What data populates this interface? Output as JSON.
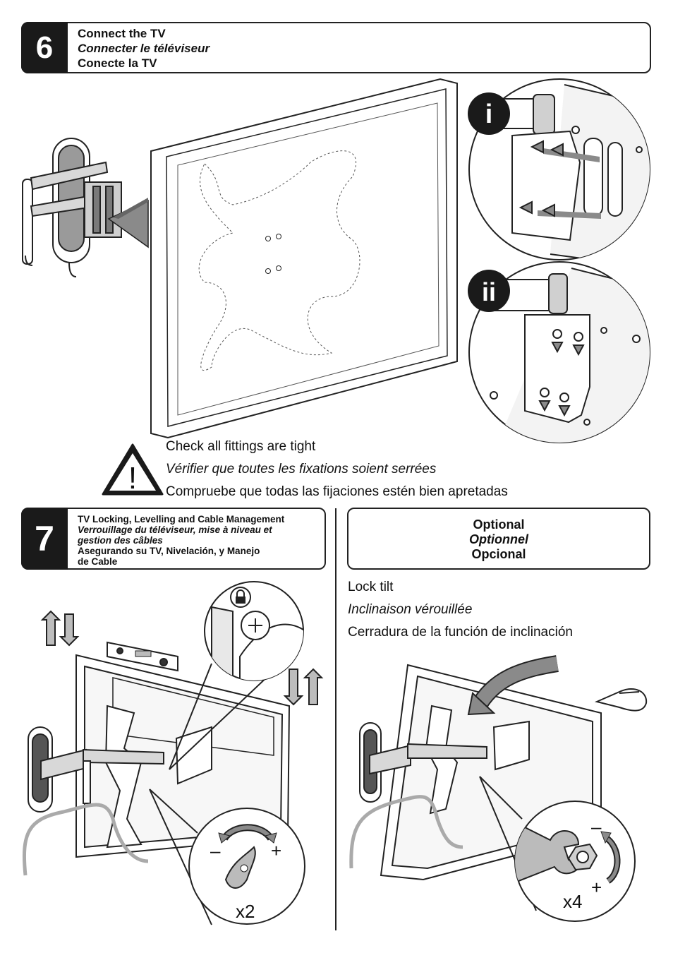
{
  "step6": {
    "number": "6",
    "title_en": "Connect the TV",
    "title_fr": "Connecter le téléviseur",
    "title_es": "Conecte la TV",
    "callout_i": "i",
    "callout_ii": "ii"
  },
  "warning": {
    "symbol": "!",
    "text_en": "Check all fittings are tight",
    "text_fr": "Vérifier que toutes les fixations soient serrées",
    "text_es": "Compruebe que todas las fijaciones estén bien apretadas"
  },
  "step7": {
    "number": "7",
    "title_en": "TV Locking, Levelling and Cable Management",
    "title_fr_1": "Verrouillage du téléviseur, mise à niveau et",
    "title_fr_2": "gestion des câbles",
    "title_es_1": "Asegurando su TV, Nivelación, y Manejo",
    "title_es_2": "de Cable",
    "qty_left": "x2",
    "minus": "–",
    "plus": "+"
  },
  "optional": {
    "en": "Optional",
    "fr": "Optionnel",
    "es": "Opcional",
    "lock_en": "Lock tilt",
    "lock_fr": "Inclinaison vérouillée",
    "lock_es": "Cerradura de la función de inclinación",
    "qty_right": "x4",
    "minus": "–",
    "plus": "+"
  },
  "icons": [
    "lock-icon",
    "warning-icon",
    "level-icon",
    "wrench-icon",
    "hand-pointer-icon",
    "arrow-up-down-icon",
    "rotate-arrow-icon"
  ]
}
